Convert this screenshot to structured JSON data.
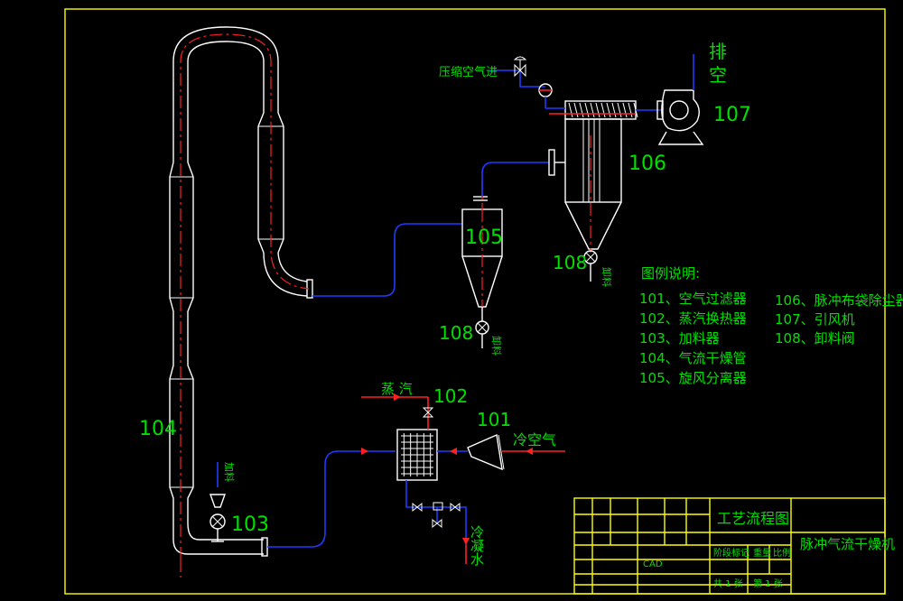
{
  "drawing": {
    "labels": {
      "exhaust_line1": "排",
      "exhaust_line2": "空",
      "compressed_air": "压缩空气进",
      "tag_107": "107",
      "tag_106": "106",
      "tag_105": "105",
      "tag_108_top": "108",
      "tag_108_bottom": "108",
      "discharge_top": "卸料",
      "discharge_bottom": "卸料",
      "tag_104": "104",
      "tag_103": "103",
      "feed": "加料",
      "steam": "蒸 汽",
      "tag_102": "102",
      "tag_101": "101",
      "cold_air": "冷空气",
      "condensate": "冷凝水"
    },
    "legend": {
      "title": "图例说明:",
      "left_items": [
        "101、空气过滤器",
        "102、蒸汽换热器",
        "103、加料器",
        "104、气流干燥管",
        "105、旋风分离器"
      ],
      "right_items": [
        "106、脉冲布袋除尘器",
        "107、引风机",
        "108、卸料阀"
      ]
    },
    "title_block": {
      "process_title": "工艺流程图",
      "drawing_name": "脉冲气流干燥机",
      "cad": "CAD",
      "sheet_total": "共 1 张",
      "sheet_no": "第 1 张",
      "stage_mark": "阶段标记",
      "weight": "重量",
      "scale": "比例"
    },
    "colors": {
      "line": "#ffffff",
      "text": "#00e000",
      "border": "#ffff00",
      "pipe_gas": "#1f3bff",
      "pipe_hot": "#ff2020"
    }
  }
}
